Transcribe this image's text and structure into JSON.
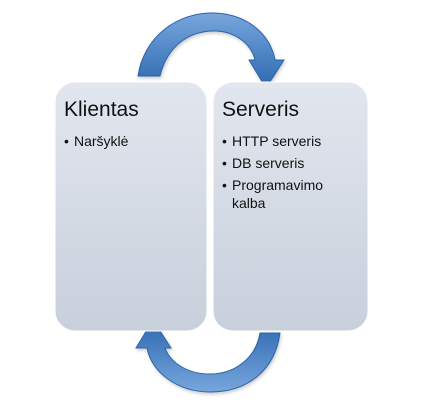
{
  "colors": {
    "panel_fill_top": "#dfe4ec",
    "panel_fill_bottom": "#c9d1dd",
    "arrow_light": "#6f9fd8",
    "arrow_dark": "#2f6fb8"
  },
  "client": {
    "title": "Klientas",
    "items": [
      "Naršyklė"
    ]
  },
  "server": {
    "title": "Serveris",
    "items": [
      "HTTP serveris",
      "DB serveris",
      "Programavimo kalba"
    ]
  }
}
